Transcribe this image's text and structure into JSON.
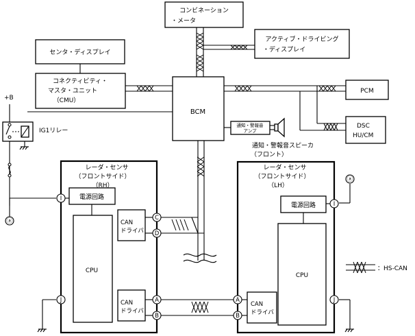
{
  "components": {
    "combination_meter": [
      "コンビネーション",
      "・メータ"
    ],
    "active_driving_display": [
      "アクティブ・ドライビング",
      "・ディスプレイ"
    ],
    "center_display": "センタ・ディスプレイ",
    "cmu": [
      "コネクティビティ・",
      "マスタ・ユニット",
      "（CMU）"
    ],
    "bcm": "BCM",
    "pcm": "PCM",
    "dsc": [
      "DSC",
      "HU/CM"
    ],
    "alarm_amp": [
      "通知・警報音",
      "アンプ"
    ],
    "speaker": [
      "通知・警報音スピーカ",
      "（フロント）"
    ],
    "ig1_relay": "IG1リレー",
    "power": "+B",
    "radar_rh": {
      "title": [
        "レーダ・センサ",
        "（フロントサイド）",
        "（RH）"
      ],
      "power_circuit": "電源回路",
      "cpu": "CPU",
      "can_driver_top": [
        "CAN",
        "ドライバ"
      ],
      "can_driver_bottom": [
        "CAN",
        "ドライバ"
      ]
    },
    "radar_lh": {
      "title": [
        "レーダ・センサ",
        "（フロントサイド）",
        "（LH）"
      ],
      "power_circuit": "電源回路",
      "cpu": "CPU",
      "can_driver": [
        "CAN",
        "ドライバ"
      ]
    }
  },
  "pins": {
    "I": "I",
    "J": "J",
    "A": "A",
    "B": "B",
    "C": "C",
    "D": "D"
  },
  "refs": {
    "a": "ⓐ"
  },
  "legend": {
    "label": "：HS-CAN"
  }
}
